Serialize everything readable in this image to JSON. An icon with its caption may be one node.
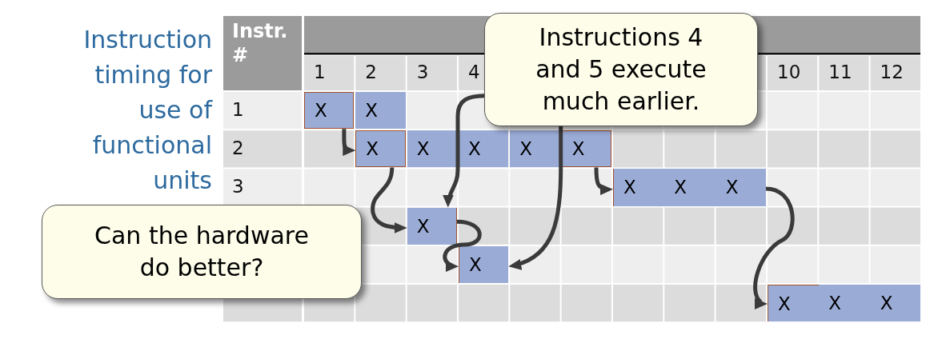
{
  "diagram": {
    "title": "Instruction timing for use of functional units",
    "nodes": [
      {
        "text": [
          "Instructions 4 and 5 execute much earlier."
        ]
      },
      {
        "text": [
          "X"
        ]
      },
      {
        "text": [
          "X"
        ]
      },
      {
        "text": [
          "X"
        ]
      },
      {
        "text": [
          "X"
        ]
      },
      {
        "text": [
          "X"
        ]
      },
      {
        "text": [
          "X"
        ]
      },
      {
        "text": [
          "X"
        ]
      },
      {
        "text": [
          "X"
        ]
      },
      {
        "text": [
          "X"
        ]
      },
      {
        "text": [
          "X"
        ]
      },
      {
        "text": [
          "Can the hardware do better?"
        ]
      },
      {
        "text": [
          "X"
        ]
      },
      {
        "text": [
          "X"
        ]
      },
      {
        "text": [
          "X"
        ]
      },
      {
        "text": [
          "X"
        ]
      },
      {
        "text": [
          "X"
        ]
      }
    ],
    "edges": [
      {
        "from": 1,
        "to": 3,
        "arrow": "to"
      },
      {
        "from": 3,
        "to": 12,
        "arrow": "to"
      },
      {
        "from": 0,
        "to": 12,
        "arrow": "to"
      },
      {
        "from": 12,
        "to": 13,
        "arrow": "to"
      },
      {
        "from": 7,
        "to": 8,
        "arrow": "to"
      },
      {
        "from": 0,
        "to": 13,
        "arrow": "to"
      },
      {
        "from": 10,
        "to": 14,
        "arrow": "to"
      }
    ],
    "labels": [
      "Instr. #",
      "1",
      "2",
      "3",
      "4",
      "10",
      "11",
      "12",
      "1",
      "2",
      "3"
    ]
  }
}
